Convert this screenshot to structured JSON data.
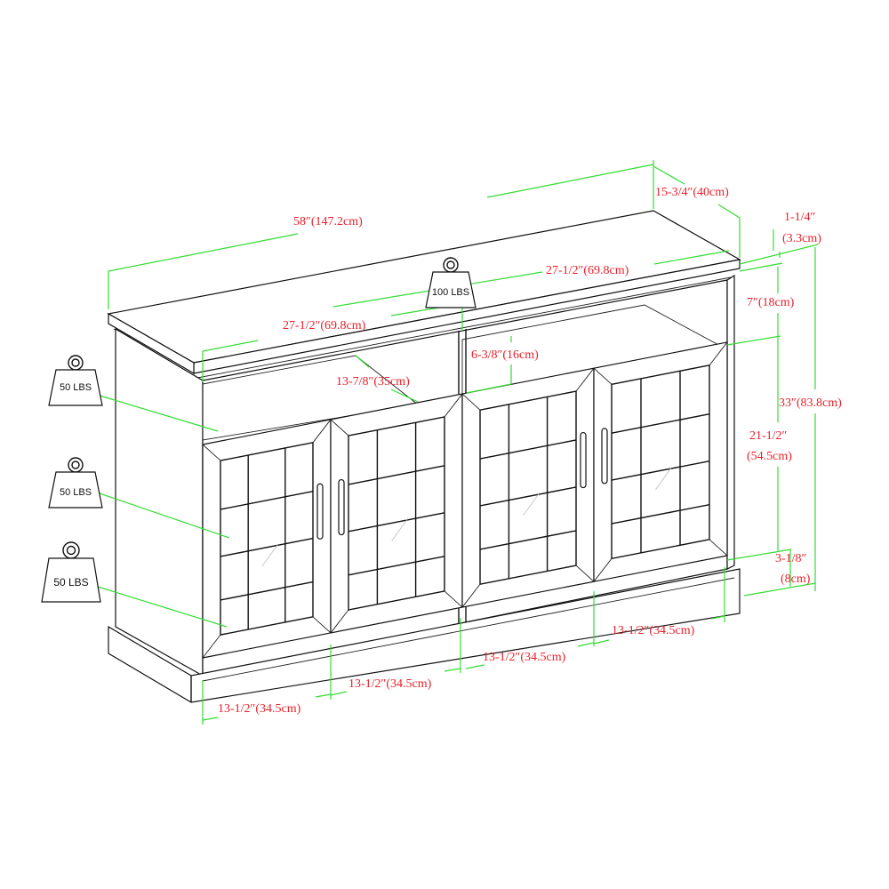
{
  "colors": {
    "dimension_line": "#33dd33",
    "label": "#e8202a",
    "outline": "#111111"
  },
  "weights": {
    "top": "100 LBS",
    "upper_shelf": "50 LBS",
    "middle_shelf": "50 LBS",
    "bottom_shelf": "50 LBS"
  },
  "dimensions": {
    "overall_width": "58″(147.2cm)",
    "depth": "15-3/4″(40cm)",
    "top_thickness_in": "1-1/4″",
    "top_thickness_cm": "(3.3cm)",
    "right_half_width": "27-1/2″(69.8cm)",
    "left_half_width": "27-1/2″(69.8cm)",
    "open_shelf_height": "7″(18cm)",
    "open_shelf_clearance": "6-3/8″(16cm)",
    "open_shelf_depth": "13-7/8″(35cm)",
    "overall_height": "33″(83.8cm)",
    "door_height_in": "21-1/2″",
    "door_height_cm": "(54.5cm)",
    "base_height_in": "3-1/8″",
    "base_height_cm": "(8cm)",
    "door_width_1": "13-1/2″(34.5cm)",
    "door_width_2": "13-1/2″(34.5cm)",
    "door_width_3": "13-1/2″(34.5cm)",
    "door_width_4": "13-1/2″(34.5cm)"
  }
}
